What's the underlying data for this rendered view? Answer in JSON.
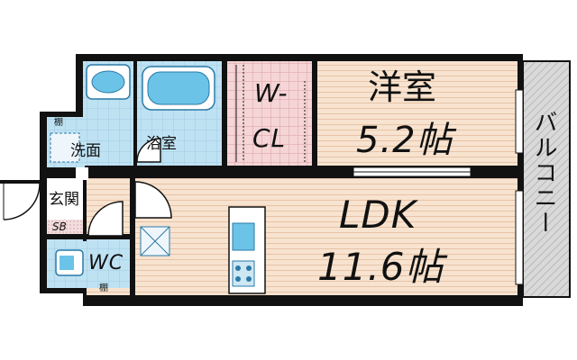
{
  "rooms": {
    "western": {
      "name": "洋室",
      "size": "5.2帖"
    },
    "ldk": {
      "name": "LDK",
      "size": "11.6帖"
    },
    "walkin_closet": {
      "name_line1": "W-",
      "name_line2": "CL"
    },
    "bath": {
      "name": "浴室"
    },
    "washroom": {
      "name": "洗面"
    },
    "entrance": {
      "name": "玄関"
    },
    "shoe_box": {
      "name": "SB"
    },
    "toilet": {
      "name": "WC"
    },
    "shelf_top": {
      "name": "棚"
    },
    "shelf_bottom": {
      "name": "棚"
    },
    "balcony": {
      "name": "バルコニー"
    }
  },
  "colors": {
    "wall": "#111111",
    "floor": "#f7e3cf",
    "floor_line": "#e7c3a8",
    "wet_area": "#bfe2f3",
    "wet_grid": "#9fc9e2",
    "closet": "#f5d5d6",
    "closet_grid": "#d9a0a6",
    "balcony": "#d9d9d9"
  }
}
